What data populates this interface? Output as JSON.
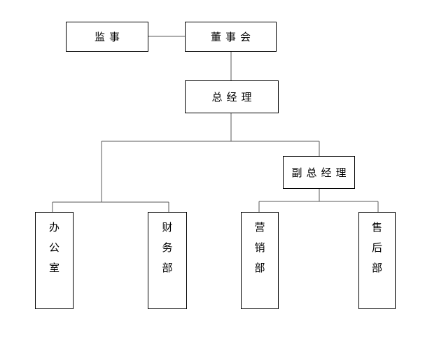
{
  "diagram": {
    "type": "org-chart",
    "background_color": "#ffffff",
    "node_border_color": "#000000",
    "connector_color": "#595959",
    "nodes": {
      "jianshi": {
        "label": "监事",
        "text_direction": "horizontal"
      },
      "dongshihui": {
        "label": "董事会",
        "text_direction": "horizontal"
      },
      "zongjingli": {
        "label": "总经理",
        "text_direction": "horizontal"
      },
      "fuzongjingli": {
        "label": "副总经理",
        "text_direction": "horizontal"
      },
      "bangongshi": {
        "label": "办公室",
        "text_direction": "vertical"
      },
      "caiwubu": {
        "label": "财务部",
        "text_direction": "vertical"
      },
      "yingxiaobu": {
        "label": "营销部",
        "text_direction": "vertical"
      },
      "shouhoubu": {
        "label": "售后部",
        "text_direction": "vertical"
      }
    },
    "edges": [
      {
        "from": "dongshihui",
        "to": "jianshi",
        "style": "lateral"
      },
      {
        "from": "dongshihui",
        "to": "zongjingli",
        "style": "down"
      },
      {
        "from": "zongjingli",
        "to": "bangongshi",
        "style": "down"
      },
      {
        "from": "zongjingli",
        "to": "caiwubu",
        "style": "down"
      },
      {
        "from": "zongjingli",
        "to": "fuzongjingli",
        "style": "down"
      },
      {
        "from": "fuzongjingli",
        "to": "yingxiaobu",
        "style": "down"
      },
      {
        "from": "fuzongjingli",
        "to": "shouhoubu",
        "style": "down"
      }
    ]
  }
}
